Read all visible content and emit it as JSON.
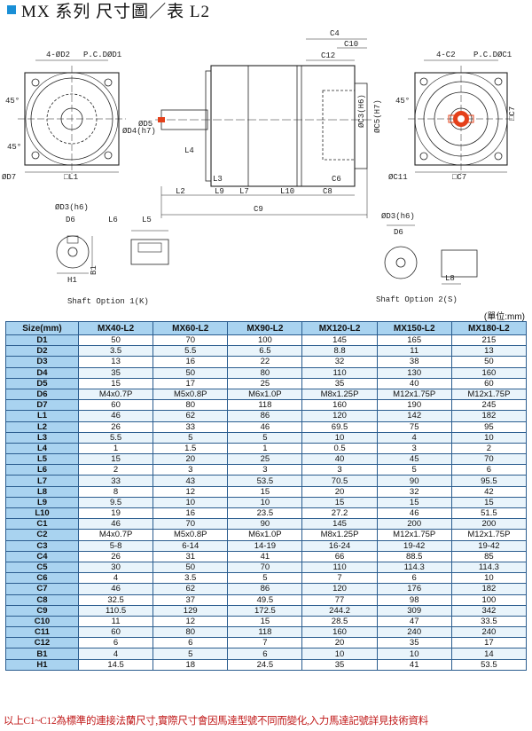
{
  "title": "MX 系列 尺寸圖／表 L2",
  "drawing": {
    "labels": {
      "D2": "4-ØD2",
      "D1": "P.C.DØD1",
      "ang1": "45°",
      "ang2": "45°",
      "D7": "ØD7",
      "L1": "□L1",
      "D4": "ØD4(h7)",
      "D5": "ØD5",
      "L4": "L4",
      "L2": "L2",
      "L9": "L9",
      "L7": "L7",
      "L10": "L10",
      "L3": "L3",
      "C9": "C9",
      "C4": "C4",
      "C10": "C10",
      "C12": "C12",
      "C3": "ØC3(H6)",
      "C5": "ØC5(H7)",
      "C6": "C6",
      "C8": "C8",
      "C2": "4-C2",
      "C1": "P.C.DØC1",
      "C7": "□C7",
      "C11": "ØC11",
      "ang3": "45°"
    },
    "shaft_k": {
      "d3": "ØD3(h6)",
      "d6": "D6",
      "l6": "L6",
      "l5": "L5",
      "b1": "B1",
      "h1": "H1",
      "caption": "Shaft Option 1(K)"
    },
    "shaft_s": {
      "d3": "ØD3(h6)",
      "d6": "D6",
      "l8": "L8",
      "caption": "Shaft Option 2(S)"
    }
  },
  "unit_label": "(單位:mm)",
  "table": {
    "header": [
      "Size(mm)",
      "MX40-L2",
      "MX60-L2",
      "MX90-L2",
      "MX120-L2",
      "MX150-L2",
      "MX180-L2"
    ],
    "rows": [
      [
        "D1",
        "50",
        "70",
        "100",
        "145",
        "165",
        "215"
      ],
      [
        "D2",
        "3.5",
        "5.5",
        "6.5",
        "8.8",
        "11",
        "13"
      ],
      [
        "D3",
        "13",
        "16",
        "22",
        "32",
        "38",
        "50"
      ],
      [
        "D4",
        "35",
        "50",
        "80",
        "110",
        "130",
        "160"
      ],
      [
        "D5",
        "15",
        "17",
        "25",
        "35",
        "40",
        "60"
      ],
      [
        "D6",
        "M4x0.7P",
        "M5x0.8P",
        "M6x1.0P",
        "M8x1.25P",
        "M12x1.75P",
        "M12x1.75P"
      ],
      [
        "D7",
        "60",
        "80",
        "118",
        "160",
        "190",
        "245"
      ],
      [
        "L1",
        "46",
        "62",
        "86",
        "120",
        "142",
        "182"
      ],
      [
        "L2",
        "26",
        "33",
        "46",
        "69.5",
        "75",
        "95"
      ],
      [
        "L3",
        "5.5",
        "5",
        "5",
        "10",
        "4",
        "10"
      ],
      [
        "L4",
        "1",
        "1.5",
        "1",
        "0.5",
        "3",
        "2"
      ],
      [
        "L5",
        "15",
        "20",
        "25",
        "40",
        "45",
        "70"
      ],
      [
        "L6",
        "2",
        "3",
        "3",
        "3",
        "5",
        "6"
      ],
      [
        "L7",
        "33",
        "43",
        "53.5",
        "70.5",
        "90",
        "95.5"
      ],
      [
        "L8",
        "8",
        "12",
        "15",
        "20",
        "32",
        "42"
      ],
      [
        "L9",
        "9.5",
        "10",
        "10",
        "15",
        "15",
        "15"
      ],
      [
        "L10",
        "19",
        "16",
        "23.5",
        "27.2",
        "46",
        "51.5"
      ],
      [
        "C1",
        "46",
        "70",
        "90",
        "145",
        "200",
        "200"
      ],
      [
        "C2",
        "M4x0.7P",
        "M5x0.8P",
        "M6x1.0P",
        "M8x1.25P",
        "M12x1.75P",
        "M12x1.75P"
      ],
      [
        "C3",
        "5-8",
        "6-14",
        "14-19",
        "16-24",
        "19-42",
        "19-42"
      ],
      [
        "C4",
        "26",
        "31",
        "41",
        "66",
        "88.5",
        "85"
      ],
      [
        "C5",
        "30",
        "50",
        "70",
        "110",
        "114.3",
        "114.3"
      ],
      [
        "C6",
        "4",
        "3.5",
        "5",
        "7",
        "6",
        "10"
      ],
      [
        "C7",
        "46",
        "62",
        "86",
        "120",
        "176",
        "182"
      ],
      [
        "C8",
        "32.5",
        "37",
        "49.5",
        "77",
        "98",
        "100"
      ],
      [
        "C9",
        "110.5",
        "129",
        "172.5",
        "244.2",
        "309",
        "342"
      ],
      [
        "C10",
        "11",
        "12",
        "15",
        "28.5",
        "47",
        "33.5"
      ],
      [
        "C11",
        "60",
        "80",
        "118",
        "160",
        "240",
        "240"
      ],
      [
        "C12",
        "6",
        "6",
        "7",
        "20",
        "35",
        "17"
      ],
      [
        "B1",
        "4",
        "5",
        "6",
        "10",
        "10",
        "14"
      ],
      [
        "H1",
        "14.5",
        "18",
        "24.5",
        "35",
        "41",
        "53.5"
      ]
    ]
  },
  "footnote": "以上C1~C12為標準的連接法蘭尺寸,實際尺寸會因馬達型號不同而變化,入力馬達記號詳見技術資料"
}
